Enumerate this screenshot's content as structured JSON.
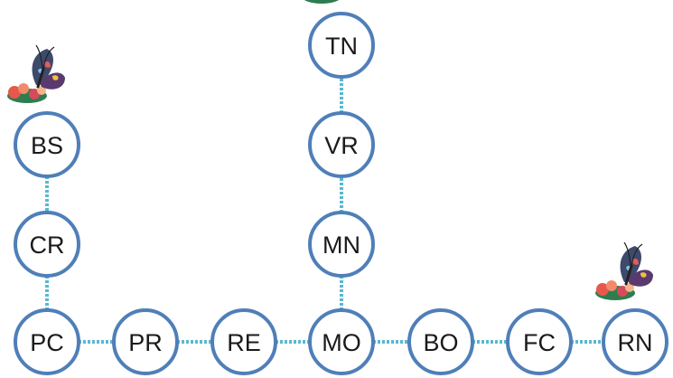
{
  "diagram": {
    "nodes": [
      {
        "id": "BS",
        "label": "BS"
      },
      {
        "id": "CR",
        "label": "CR"
      },
      {
        "id": "PC",
        "label": "PC"
      },
      {
        "id": "PR",
        "label": "PR"
      },
      {
        "id": "RE",
        "label": "RE"
      },
      {
        "id": "MO",
        "label": "MO"
      },
      {
        "id": "MN",
        "label": "MN"
      },
      {
        "id": "VR",
        "label": "VR"
      },
      {
        "id": "TN",
        "label": "TN"
      },
      {
        "id": "BO",
        "label": "BO"
      },
      {
        "id": "FC",
        "label": "FC"
      },
      {
        "id": "RN",
        "label": "RN"
      }
    ],
    "edges": [
      [
        "BS",
        "CR"
      ],
      [
        "CR",
        "PC"
      ],
      [
        "PC",
        "PR"
      ],
      [
        "PR",
        "RE"
      ],
      [
        "RE",
        "MO"
      ],
      [
        "MO",
        "MN"
      ],
      [
        "MN",
        "VR"
      ],
      [
        "VR",
        "TN"
      ],
      [
        "MO",
        "BO"
      ],
      [
        "BO",
        "FC"
      ],
      [
        "FC",
        "RN"
      ]
    ],
    "butterfly_markers": [
      "BS",
      "TN",
      "RN"
    ],
    "colors": {
      "node_stroke": "#4f7fb8",
      "node_fill": "#ffffff",
      "edge": "#5ab8cf",
      "text": "#1a1a1a"
    },
    "icons": {
      "marker": "butterfly-icon"
    }
  }
}
